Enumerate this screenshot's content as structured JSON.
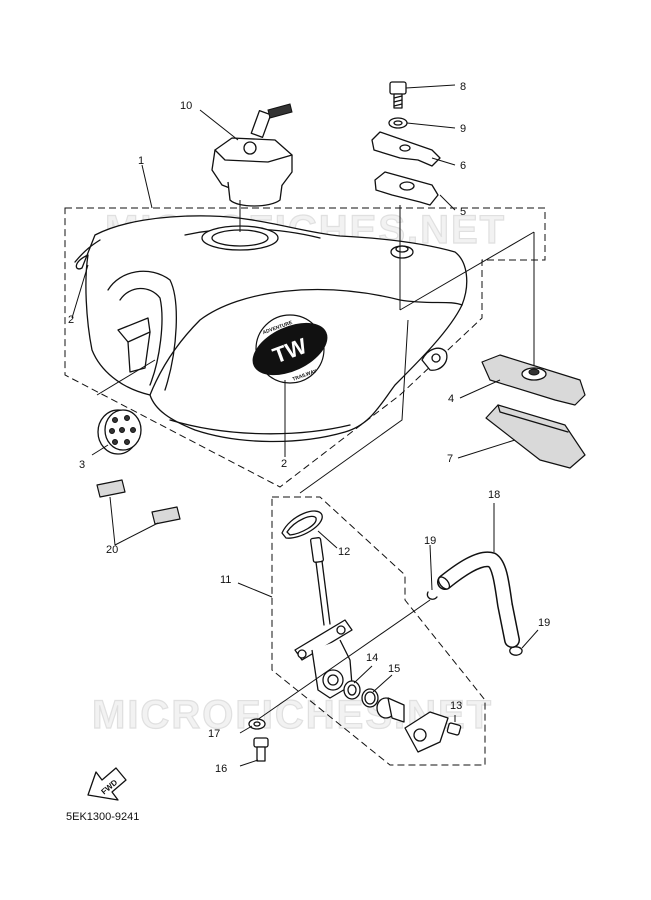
{
  "watermark": {
    "text_top": "MICROFICHES.NET",
    "text_bottom": "MICROFICHES.NET"
  },
  "callouts": {
    "c1": "1",
    "c2a": "2",
    "c2b": "2",
    "c3": "3",
    "c4": "4",
    "c5": "5",
    "c6": "6",
    "c7": "7",
    "c8": "8",
    "c9": "9",
    "c10": "10",
    "c11": "11",
    "c12": "12",
    "c13": "13",
    "c14": "14",
    "c15": "15",
    "c16": "16",
    "c17": "17",
    "c18": "18",
    "c19a": "19",
    "c19b": "19",
    "c20": "20"
  },
  "tank_logo": {
    "main": "TW",
    "upper": "ADVENTURE",
    "lower": "TRAILWAY"
  },
  "fwd_arrow": {
    "label": "FWD",
    "icon": "forward-arrow-icon"
  },
  "diagram_code": "5EK1300-9241"
}
